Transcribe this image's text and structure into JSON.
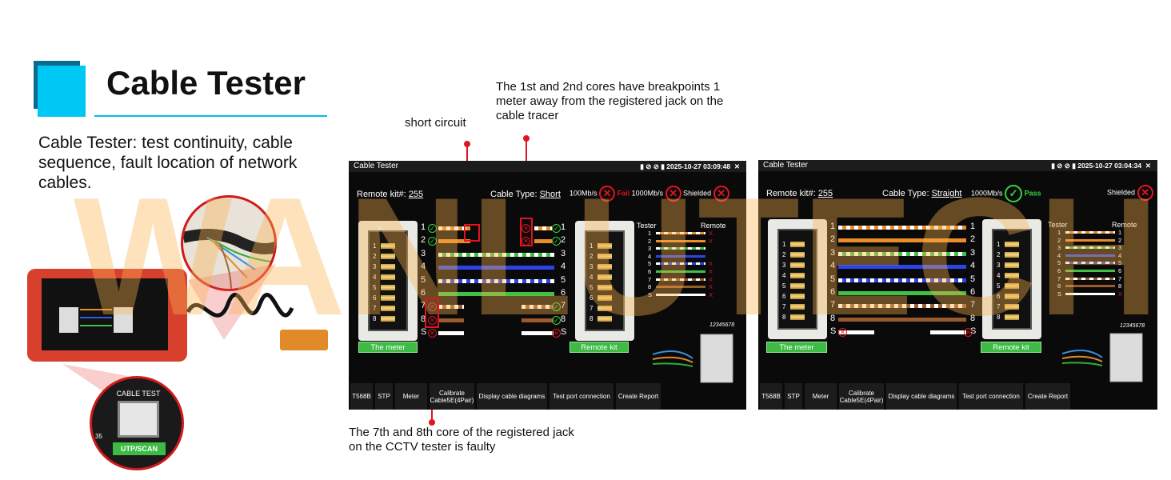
{
  "header": {
    "title": "Cable Tester",
    "description": "Cable Tester: test continuity, cable sequence, fault location of network cables."
  },
  "watermark": "WANLUTECH",
  "annotations": {
    "short": "short circuit",
    "breakpoints": "The 1st and 2nd cores have breakpoints 1 meter away from the registered jack on the cable tracer",
    "faulty": "The 7th and 8th core of the registered jack on the CCTV tester is faulty"
  },
  "device": {
    "port_title": "CABLE TEST",
    "port_button": "UTP/SCAN",
    "side_number": "35"
  },
  "screen_left": {
    "title": "Cable Tester",
    "datetime": "2025-10-27 03:09:48",
    "close": "✕",
    "remote_label": "Remote kit#:",
    "remote_value": "255",
    "cable_label": "Cable Type:",
    "cable_value": "Short",
    "speed1": "100Mb/s",
    "result": "Fail",
    "speed2": "1000Mb/s",
    "shielded": "Shielded",
    "meter_btn": "The meter",
    "remote_btn": "Remote kit",
    "tester_head": "Tester",
    "remote_head": "Remote",
    "serial": "12345678",
    "tabs": [
      "T568B",
      "STP",
      "Meter",
      "Calibrate Cable5E(4Pair)",
      "Display cable diagrams",
      "Test port connection",
      "Create Report"
    ]
  },
  "screen_right": {
    "title": "Cable Tester",
    "datetime": "2025-10-27 03:04:34",
    "close": "✕",
    "remote_label": "Remote kit#:",
    "remote_value": "255",
    "cable_label": "Cable Type:",
    "cable_value": "Straight",
    "speed1": "1000Mb/s",
    "result": "Pass",
    "shielded": "Shielded",
    "meter_btn": "The meter",
    "remote_btn": "Remote kit",
    "tester_head": "Tester",
    "remote_head": "Remote",
    "serial": "12345678",
    "tabs": [
      "T568B",
      "STP",
      "Meter",
      "Calibrate Cable5E(4Pair)",
      "Display cable diagrams",
      "Test port connection",
      "Create Report"
    ]
  },
  "pins": [
    "1",
    "2",
    "3",
    "4",
    "5",
    "6",
    "7",
    "8",
    "S"
  ],
  "remote_marks_left": [
    "X",
    "X",
    "",
    "",
    "X",
    "X",
    "X",
    "X",
    "X"
  ],
  "remote_marks_right": [
    "1",
    "2",
    "3",
    "4",
    "5",
    "6",
    "7",
    "8",
    "X"
  ],
  "colors": {
    "accent": "#00c8f5",
    "fail": "#e0151f",
    "pass": "#37d33c",
    "button": "#3dbb44"
  }
}
